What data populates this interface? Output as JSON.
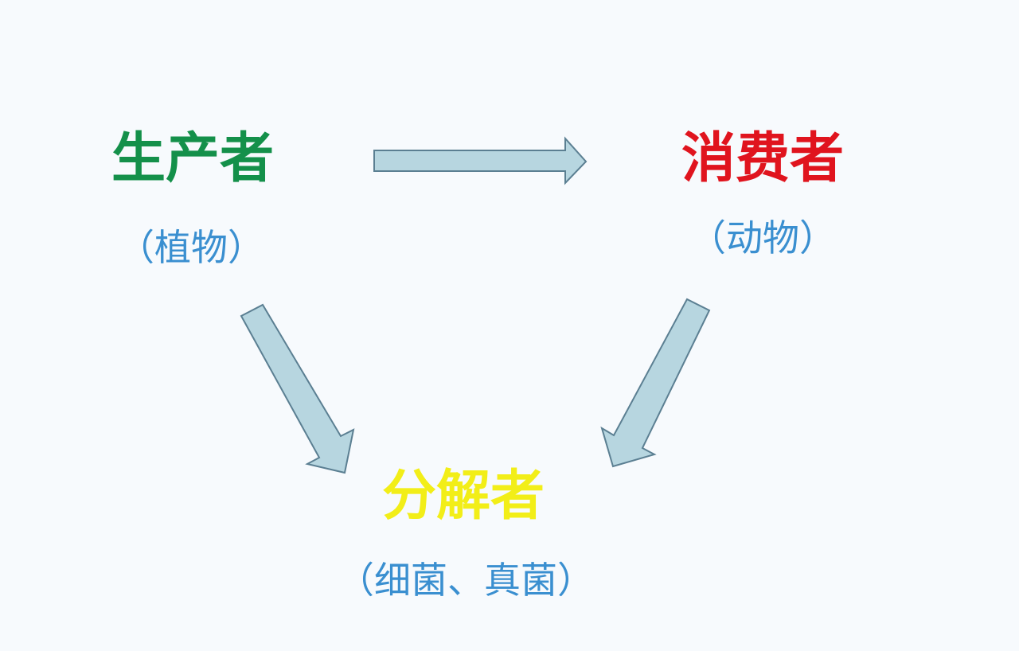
{
  "diagram": {
    "nodes": {
      "producer": {
        "title": "生产者",
        "subtitle": "（植物）",
        "title_color": "#14904a"
      },
      "consumer": {
        "title": "消费者",
        "subtitle": "（动物）",
        "title_color": "#e0141e"
      },
      "decomposer": {
        "title": "分解者",
        "subtitle": "（细菌、真菌）",
        "title_color": "#f2ee18"
      }
    },
    "subtitle_color": "#3a8fd0",
    "arrow_fill": "#b7d6e0",
    "arrow_stroke": "#5b7f92",
    "edges": [
      {
        "from": "producer",
        "to": "consumer"
      },
      {
        "from": "producer",
        "to": "decomposer"
      },
      {
        "from": "consumer",
        "to": "decomposer"
      }
    ]
  }
}
